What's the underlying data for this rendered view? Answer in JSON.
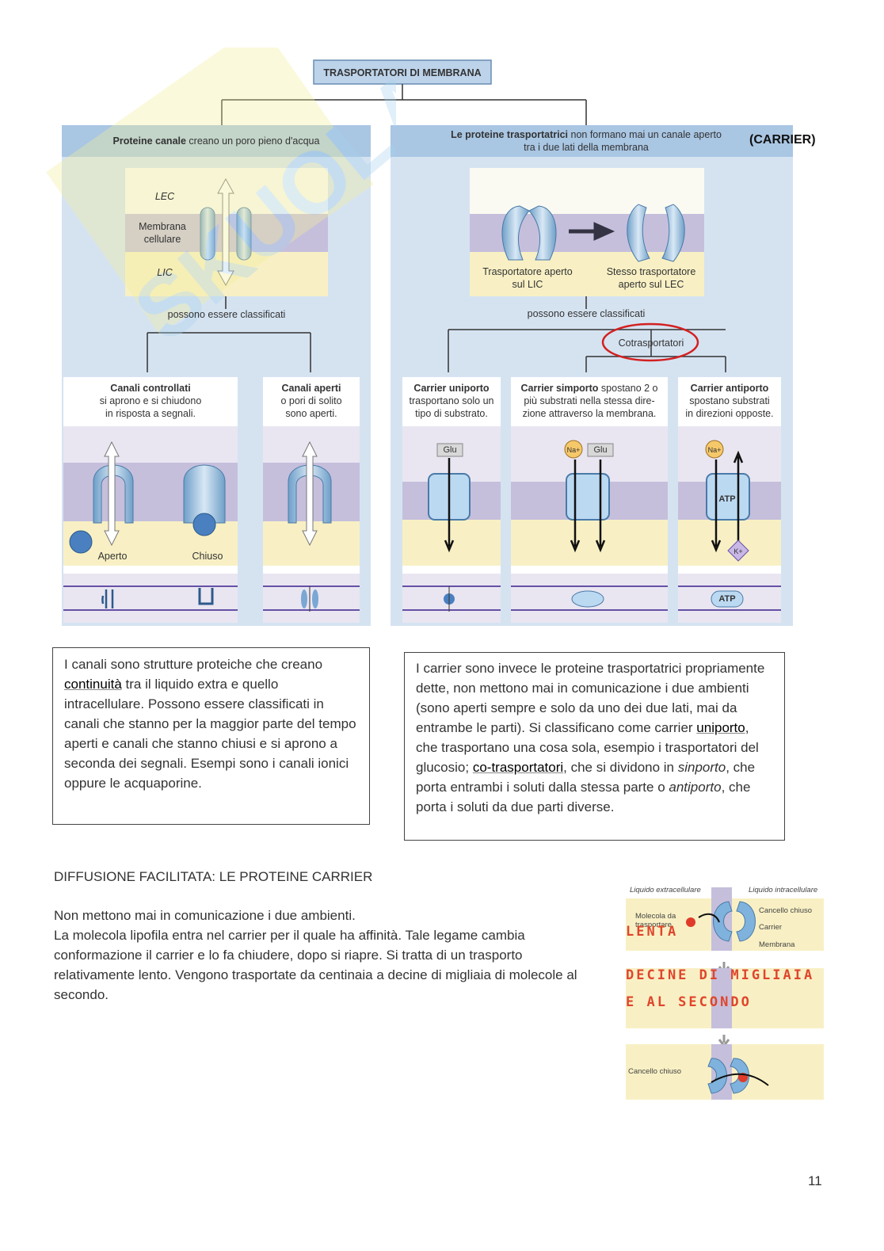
{
  "diagram": {
    "title": "TRASPORTATORI DI MEMBRANA",
    "carrier_tag": "(CARRIER)",
    "left_header_bold": "Proteine canale",
    "left_header_rest": " creano un poro pieno d'acqua",
    "right_header_bold": "Le proteine trasportatrici",
    "right_header_rest_1": " non formano mai un canale aperto",
    "right_header_rest_2": "tra i due lati della membrana",
    "lec": "LEC",
    "membrana_1": "Membrana",
    "membrana_2": "cellulare",
    "lic": "LIC",
    "transport_open_lic_1": "Trasportatore aperto",
    "transport_open_lic_2": "sul LIC",
    "same_transport_1": "Stesso trasportatore",
    "same_transport_2": "aperto sul LEC",
    "classified_left": "possono essere classificati",
    "classified_right": "possono essere classificati",
    "cotrasportatori": "Cotrasportatori",
    "gated_title": "Canali controllati",
    "gated_desc_1": "si aprono e si chiudono",
    "gated_desc_2": "in risposta a segnali.",
    "open_title": "Canali aperti",
    "open_desc_1": "o pori di solito",
    "open_desc_2": "sono aperti.",
    "uniport_title": "Carrier uniporto",
    "uniport_desc_1": "trasportano solo un",
    "uniport_desc_2": "tipo di substrato.",
    "symport_title": "Carrier simporto",
    "symport_desc_1": " spostano 2 o",
    "symport_desc_2": "più substrati nella stessa dire-",
    "symport_desc_3": "zione attraverso la membrana.",
    "antiport_title": "Carrier antiporto",
    "antiport_desc_1": "spostano substrati",
    "antiport_desc_2": "in direzioni opposte.",
    "aperto": "Aperto",
    "chiuso": "Chiuso",
    "glu": "Glu",
    "na": "Na+",
    "k": "K+",
    "atp": "ATP"
  },
  "box_left": {
    "t1": "I canali sono strutture proteiche che creano ",
    "t1_b": "continuità",
    "t1_rest": " tra il liquido extra e quello intracellulare. Possono essere classificati in canali che stanno per la maggior parte del tempo aperti e canali che stanno chiusi e si aprono a seconda dei segnali. Esempi sono i canali ionici oppure le acquaporine."
  },
  "box_right": {
    "p1": "I carrier sono invece le proteine trasportatrici propriamente dette, non mettono mai in comunicazione i due ambienti (sono aperti sempre e solo da uno dei due lati, mai da entrambe le parti). Si classificano come carrier ",
    "b1": "uniporto",
    "p2": ", che trasportano una cosa sola, esempio i trasportatori del glucosio; ",
    "b2": "co-trasportatori",
    "p3": ", che si dividono in ",
    "i1": "sinporto",
    "p4": ", che porta entrambi i soluti dalla stessa parte o ",
    "i2": "antiporto",
    "p5": ", che porta i soluti da due parti diverse."
  },
  "section": {
    "heading": "DIFFUSIONE FACILITATA: LE PROTEINE CARRIER",
    "line1": "Non mettono mai in comunicazione i due ambienti.",
    "para": "La molecola lipofila entra nel carrier per il quale ha affinità. Tale legame cambia conformazione il carrier e lo fa chiudere, dopo si riapre. Si tratta di un trasporto relativamente lento. Vengono trasportate da centinaia a decine di migliaia di molecole al secondo."
  },
  "side_figure": {
    "extra": "Liquido extracellulare",
    "intra": "Liquido intracellulare",
    "molecola_1": "Molecola da",
    "molecola_2": "trasportare",
    "cancello_chiuso": "Cancello chiuso",
    "carrier": "Carrier",
    "membrana": "Membrana",
    "lenta": "LENTA",
    "decine": "DECINE DI MIGLIAIA",
    "al_secondo": "E AL SECONDO",
    "cancello_chiuso_2": "Cancello chiuso"
  },
  "page_number": "11"
}
